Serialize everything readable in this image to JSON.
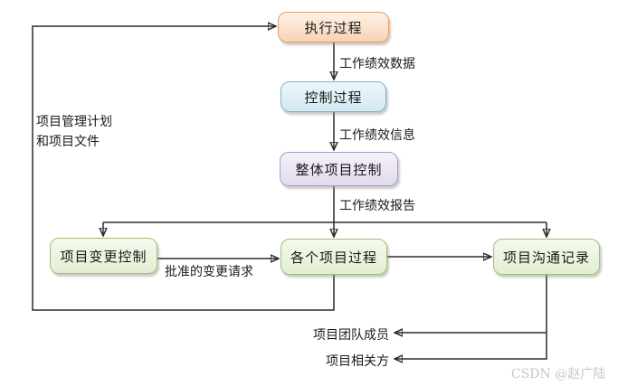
{
  "diagram": {
    "nodes": {
      "executing_process": {
        "label": "执行过程",
        "fill": "#F8D3B4",
        "border": "#E5A063"
      },
      "controlling_process": {
        "label": "控制过程",
        "fill": "#D2E9F2",
        "border": "#77B4CF"
      },
      "overall_project_control": {
        "label": "整体项目控制",
        "fill": "#E2DAEE",
        "border": "#A89BC6"
      },
      "project_change_control": {
        "label": "项目变更控制",
        "fill": "#E2EFD2",
        "border": "#A2BE77"
      },
      "individual_project_processes": {
        "label": "各个项目过程",
        "fill": "#E2EFD2",
        "border": "#A2BE77"
      },
      "project_communication_records": {
        "label": "项目沟通记录",
        "fill": "#E2EFD2",
        "border": "#A2BE77"
      }
    },
    "edge_labels": {
      "work_performance_data": "工作绩效数据",
      "work_performance_information": "工作绩效信息",
      "work_performance_reports": "工作绩效报告",
      "approved_change_requests": "批准的变更请求",
      "pm_plan_line1": "项目管理计划",
      "pm_plan_line2": "和项目文件",
      "project_team_members": "项目团队成员",
      "project_stakeholders": "项目相关方"
    },
    "watermark": "CSDN @赵广陆",
    "colors": {
      "line": "#2b2b2b",
      "text": "#1a1a1a",
      "watermark": "#C9C6C6",
      "background": "#ffffff"
    }
  }
}
